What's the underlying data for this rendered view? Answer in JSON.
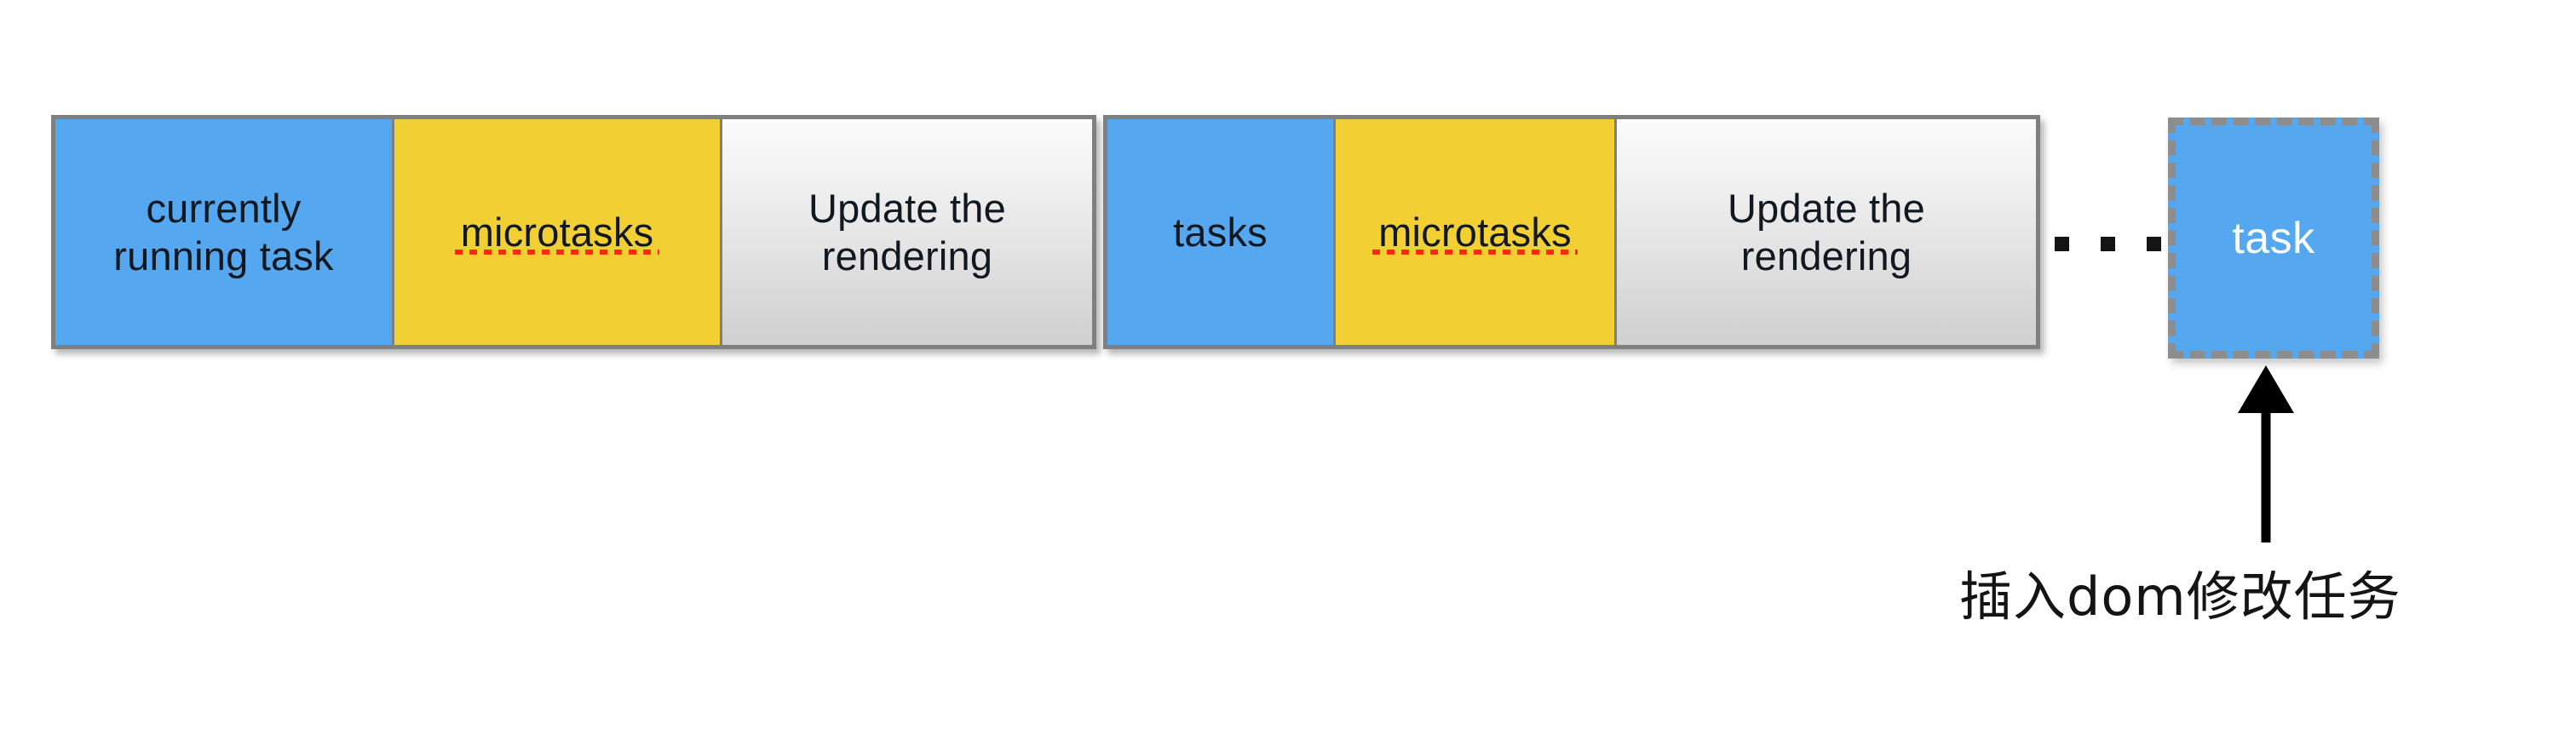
{
  "diagram": {
    "title": "Event loop task / microtask / rendering cycle",
    "colors": {
      "task_blue": "#55a8f0",
      "microtask_yellow": "#f2cf33",
      "render_gray": "#e3e3e3",
      "frame_border": "#7f7f7f",
      "dashed_border": "#8d8d8d",
      "spellcheck_red": "#fa2b00",
      "text_dark": "#111820",
      "text_light": "#ffffff",
      "background": "#ffffff"
    },
    "groups": [
      {
        "name": "first-cycle",
        "cells": [
          {
            "id": "currently-running-task",
            "label": "currently\nrunning task",
            "kind": "task",
            "misspelled": false
          },
          {
            "id": "microtasks-1",
            "label": "microtasks",
            "kind": "microtask",
            "misspelled": true
          },
          {
            "id": "update-rendering-1",
            "label": "Update the\nrendering",
            "kind": "render",
            "misspelled": false
          }
        ]
      },
      {
        "name": "second-cycle",
        "cells": [
          {
            "id": "tasks",
            "label": "tasks",
            "kind": "task",
            "misspelled": false
          },
          {
            "id": "microtasks-2",
            "label": "microtasks",
            "kind": "microtask",
            "misspelled": true
          },
          {
            "id": "update-rendering-2",
            "label": "Update the\nrendering",
            "kind": "render",
            "misspelled": false
          }
        ]
      }
    ],
    "ellipsis": {
      "label": "...",
      "dot_count": 3
    },
    "pending_task": {
      "label": "task",
      "style": "dashed-outline",
      "fill": "#55a8f0",
      "text_color": "#ffffff"
    },
    "arrow": {
      "direction": "up",
      "points_to": "pending-task-box",
      "color": "#000000"
    },
    "caption": {
      "text": "插入dom修改任务"
    }
  }
}
